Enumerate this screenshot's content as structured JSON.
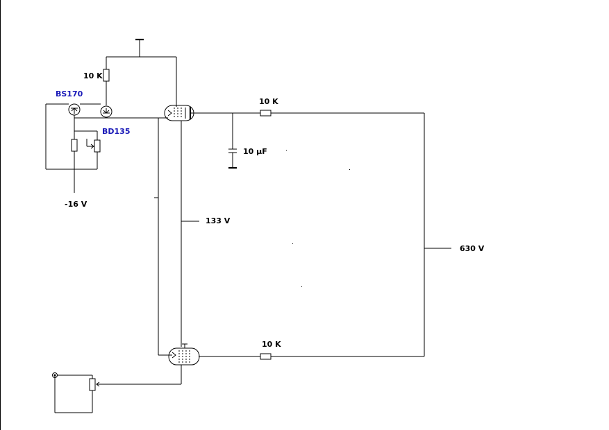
{
  "labels": {
    "r_top": "10 K",
    "bs170": "BS170",
    "bd135": "BD135",
    "neg_supply": "-16 V",
    "r_plate_top": "10 K",
    "cap": "10 µF",
    "mid_voltage": "133 V",
    "hv_supply": "630 V",
    "r_plate_bottom": "10 K"
  },
  "colors": {
    "part_label": "#1a1ab8",
    "wire": "#000000"
  }
}
